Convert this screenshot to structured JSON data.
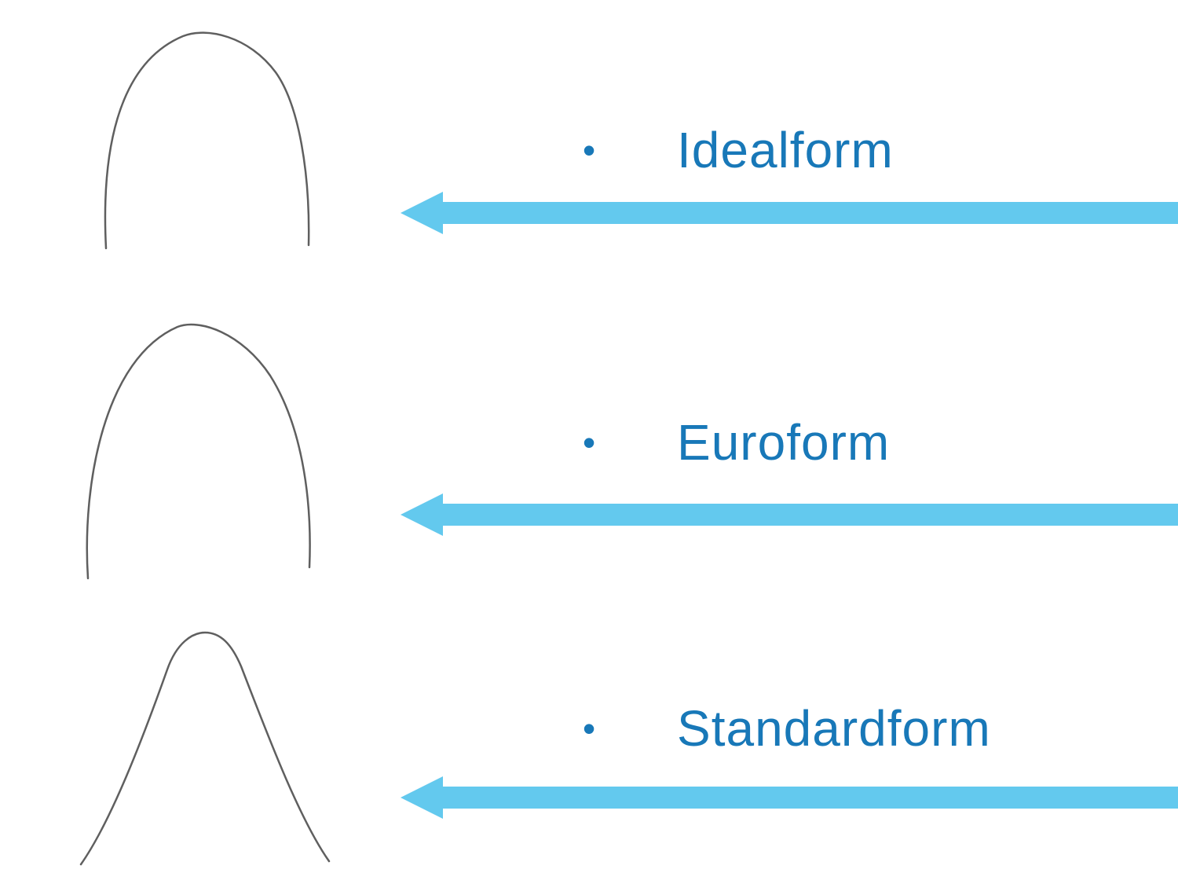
{
  "slide": {
    "bullet": "•",
    "items": [
      {
        "label": "Idealform"
      },
      {
        "label": "Euroform"
      },
      {
        "label": "Standardform"
      }
    ],
    "colors": {
      "label_text": "#1878b8",
      "arrow": "#63c9ee",
      "curve": "#5f5f5f"
    }
  }
}
